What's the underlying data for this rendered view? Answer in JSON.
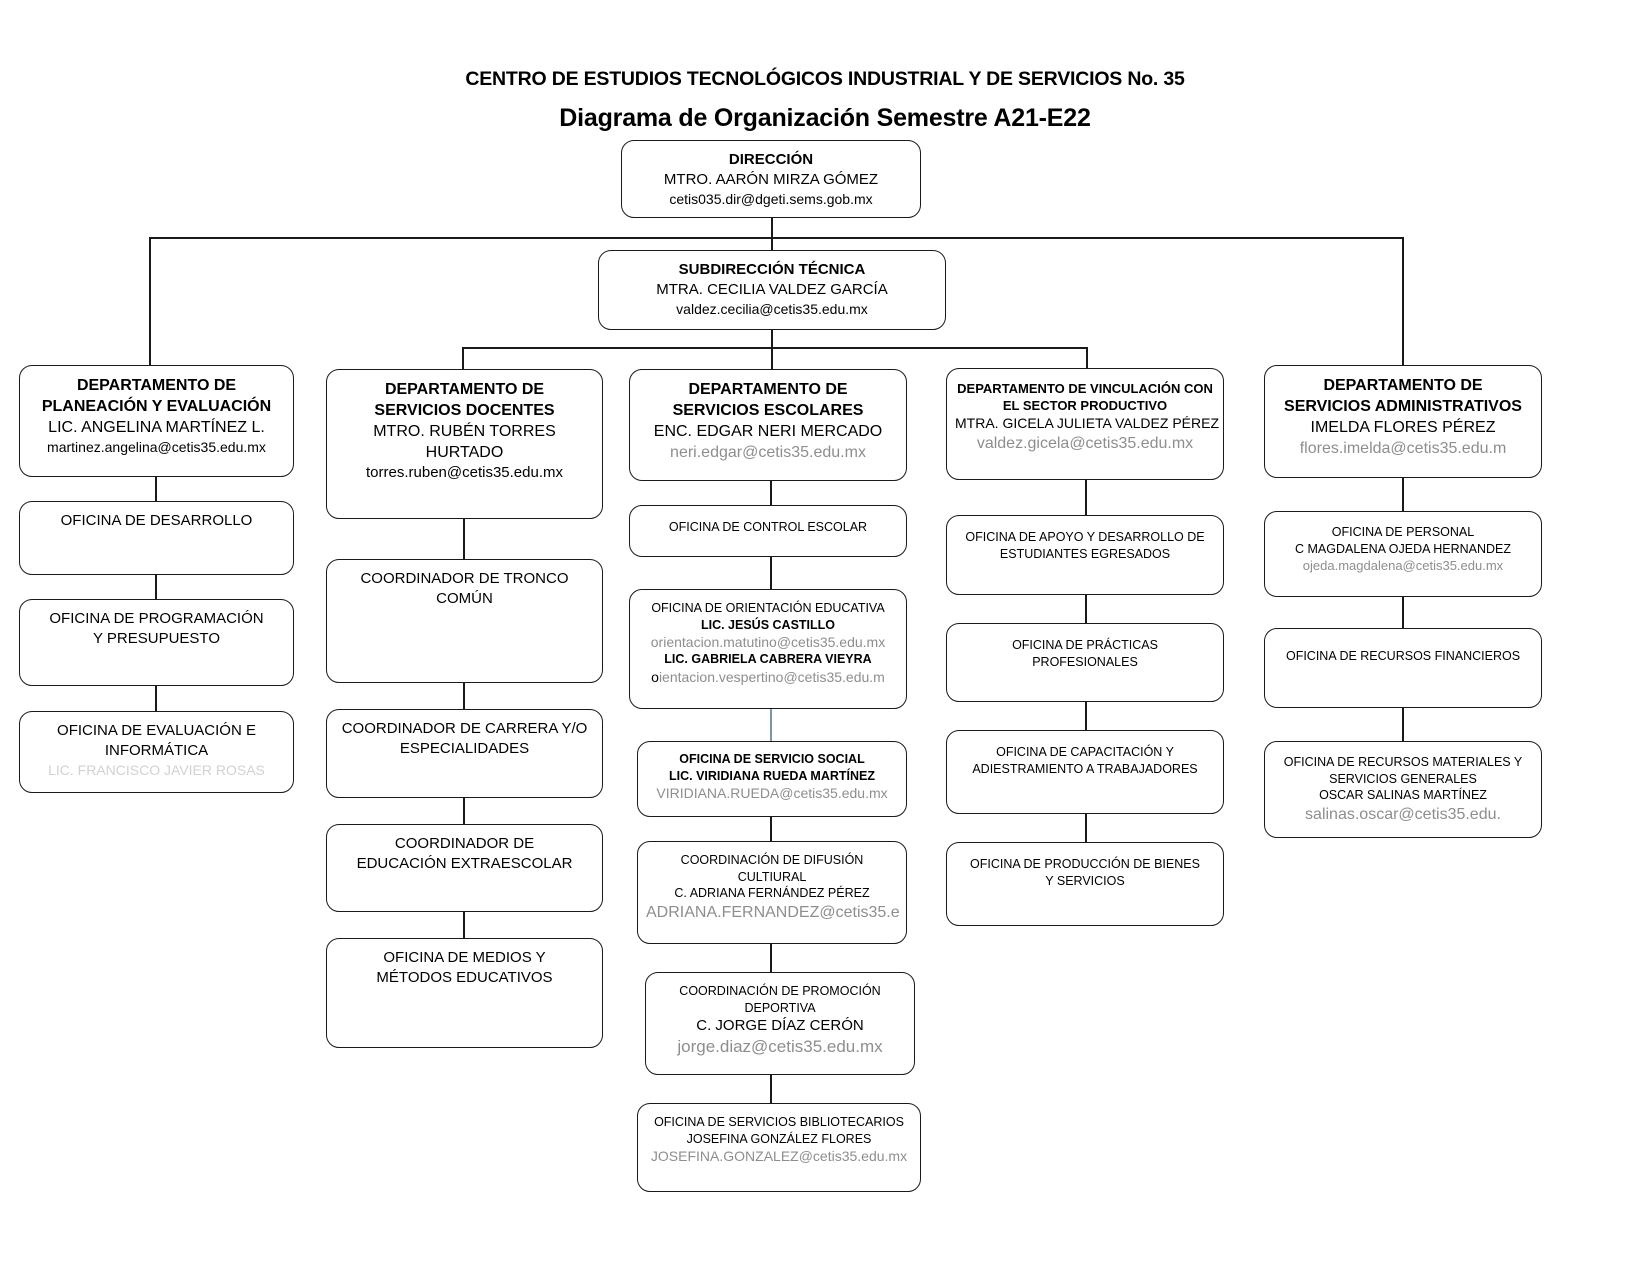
{
  "header": {
    "line1": "CENTRO DE ESTUDIOS TECNOLÓGICOS INDUSTRIAL Y DE SERVICIOS No. 35",
    "line2": "Diagrama de Organización Semestre A21-E22"
  },
  "colors": {
    "text": "#000000",
    "email": "#8e8e8e",
    "line": "#1a1a1a",
    "line_blue": "#7d95ab",
    "background": "#ffffff"
  },
  "nodes": {
    "direccion": {
      "title": "DIRECCIÓN",
      "person": "MTRO. AARÓN MIRZA GÓMEZ",
      "email": "cetis035.dir@dgeti.sems.gob.mx"
    },
    "subdireccion": {
      "title": "SUBDIRECCIÓN TÉCNICA",
      "person": "MTRA. CECILIA VALDEZ GARCÍA",
      "email": "valdez.cecilia@cetis35.edu.mx"
    },
    "planeacion": {
      "title_1": "DEPARTAMENTO DE",
      "title_2": "PLANEACIÓN Y EVALUACIÓN",
      "person": "LIC. ANGELINA MARTÍNEZ L.",
      "email": "martinez.angelina@cetis35.edu.mx"
    },
    "planeacion_child_1": {
      "line_1": "OFICINA DE DESARROLLO"
    },
    "planeacion_child_2": {
      "line_1": "OFICINA DE PROGRAMACIÓN",
      "line_2": "Y PRESUPUESTO"
    },
    "planeacion_child_3": {
      "line_1": "OFICINA DE EVALUACIÓN E",
      "line_2": "INFORMÁTICA",
      "line_3": "LIC. FRANCISCO JAVIER ROSAS"
    },
    "docentes": {
      "title_1": "DEPARTAMENTO DE",
      "title_2": "SERVICIOS DOCENTES",
      "person_1": "MTRO. RUBÉN TORRES",
      "person_2": "HURTADO",
      "email": "torres.ruben@cetis35.edu.mx"
    },
    "docentes_child_1": {
      "line_1": "COORDINADOR DE TRONCO",
      "line_2": "COMÚN"
    },
    "docentes_child_2": {
      "line_1": "COORDINADOR DE CARRERA Y/O",
      "line_2": "ESPECIALIDADES"
    },
    "docentes_child_3": {
      "line_1": "COORDINADOR DE",
      "line_2": "EDUCACIÓN  EXTRAESCOLAR"
    },
    "docentes_child_4": {
      "line_1": "OFICINA DE MEDIOS Y",
      "line_2": "MÉTODOS EDUCATIVOS"
    },
    "escolares": {
      "title_1": "DEPARTAMENTO DE",
      "title_2": "SERVICIOS ESCOLARES",
      "person": "ENC. EDGAR NERI MERCADO",
      "email": "neri.edgar@cetis35.edu.mx"
    },
    "escolares_child_1": {
      "line_1": "OFICINA DE CONTROL ESCOLAR"
    },
    "escolares_child_2": {
      "line_1": "OFICINA DE ORIENTACIÓN EDUCATIVA",
      "line_2": "LIC. JESÚS CASTILLO",
      "email_1": "orientacion.matutino@cetis35.edu.mx",
      "line_3": "LIC. GABRIELA CABRERA VIEYRA",
      "email_2_prefix": "o",
      "email_2": "ientacion.vespertino@cetis35.edu.m"
    },
    "escolares_child_3": {
      "line_1": "OFICINA DE SERVICIO SOCIAL",
      "line_2": "LIC. VIRIDIANA RUEDA MARTÍNEZ",
      "email": "VIRIDIANA.RUEDA@cetis35.edu.mx"
    },
    "escolares_child_4": {
      "line_1": "COORDINACIÓN DE DIFUSIÓN",
      "line_2": "CULTIURAL",
      "line_3": "C. ADRIANA FERNÁNDEZ PÉREZ",
      "email": "ADRIANA.FERNANDEZ@cetis35.e"
    },
    "escolares_child_5": {
      "line_1": "COORDINACIÓN DE PROMOCIÓN",
      "line_2": "DEPORTIVA",
      "line_3": "C. JORGE DÍAZ CERÓN",
      "email": "jorge.diaz@cetis35.edu.mx"
    },
    "escolares_child_6": {
      "line_1": "OFICINA DE SERVICIOS BIBLIOTECARIOS",
      "line_2": "JOSEFINA GONZÁLEZ FLORES",
      "email": "JOSEFINA.GONZALEZ@cetis35.edu.mx"
    },
    "vinculacion": {
      "title_1": "DEPARTAMENTO DE VINCULACIÓN CON",
      "title_2": "EL SECTOR PRODUCTIVO",
      "person": "MTRA. GICELA JULIETA VALDEZ PÉREZ",
      "email": "valdez.gicela@cetis35.edu.mx"
    },
    "vinculacion_child_1": {
      "line_1": "OFICINA DE APOYO Y DESARROLLO DE",
      "line_2": "ESTUDIANTES EGRESADOS"
    },
    "vinculacion_child_2": {
      "line_1": "OFICINA DE PRÁCTICAS",
      "line_2": "PROFESIONALES"
    },
    "vinculacion_child_3": {
      "line_1": "OFICINA DE CAPACITACIÓN Y",
      "line_2": "ADIESTRAMIENTO A TRABAJADORES"
    },
    "vinculacion_child_4": {
      "line_1": "OFICINA DE PRODUCCIÓN DE BIENES",
      "line_2": "Y SERVICIOS"
    },
    "administrativos": {
      "title_1": "DEPARTAMENTO DE",
      "title_2": "SERVICIOS ADMINISTRATIVOS",
      "person": "IMELDA FLORES PÉREZ",
      "email": "flores.imelda@cetis35.edu.m"
    },
    "administrativos_child_1": {
      "line_1": "OFICINA DE PERSONAL",
      "line_2": "C MAGDALENA OJEDA HERNANDEZ",
      "email": "ojeda.magdalena@cetis35.edu.mx"
    },
    "administrativos_child_2": {
      "line_1": "OFICINA DE RECURSOS FINANCIEROS"
    },
    "administrativos_child_3": {
      "line_1": "OFICINA DE RECURSOS MATERIALES Y",
      "line_2": "SERVICIOS GENERALES",
      "line_3": "OSCAR SALINAS MARTÍNEZ",
      "email": "salinas.oscar@cetis35.edu."
    }
  }
}
